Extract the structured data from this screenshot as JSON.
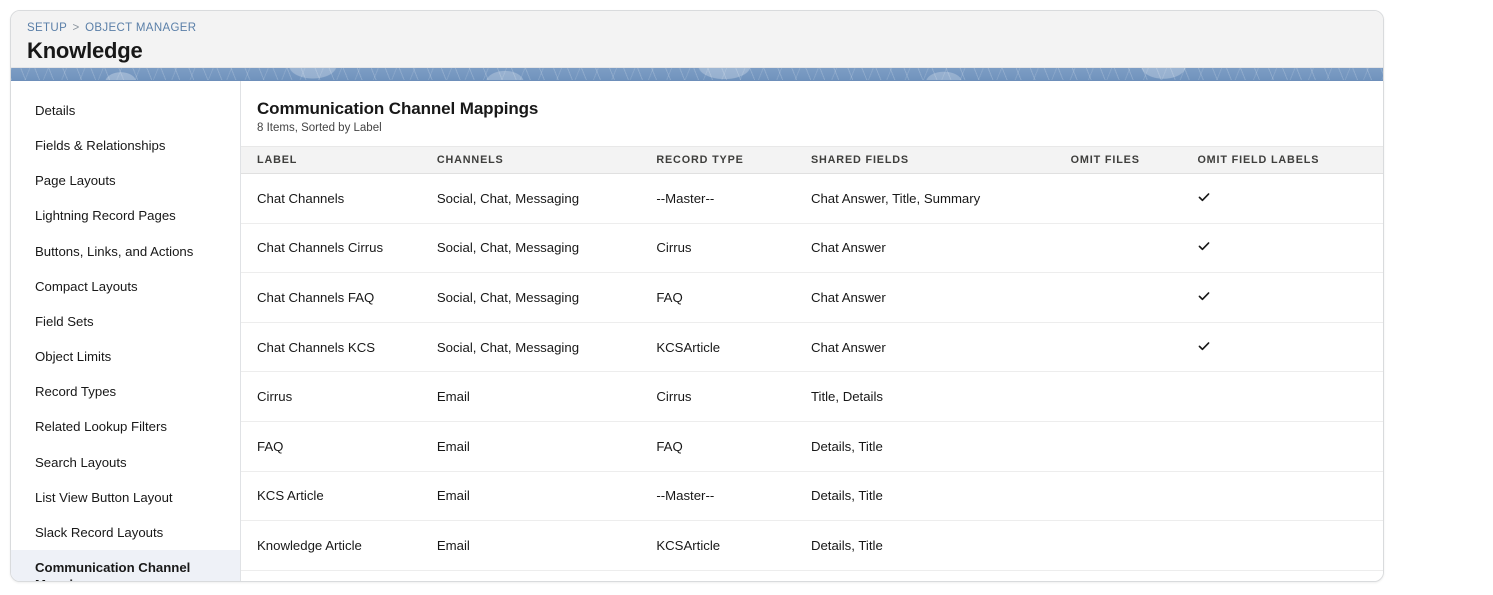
{
  "header": {
    "breadcrumb": {
      "setup": "SETUP",
      "separator": ">",
      "object_manager": "OBJECT MANAGER"
    },
    "page_title": "Knowledge"
  },
  "sidebar": {
    "items": [
      {
        "label": "Details",
        "selected": false
      },
      {
        "label": "Fields & Relationships",
        "selected": false
      },
      {
        "label": "Page Layouts",
        "selected": false
      },
      {
        "label": "Lightning Record Pages",
        "selected": false
      },
      {
        "label": "Buttons, Links, and Actions",
        "selected": false
      },
      {
        "label": "Compact Layouts",
        "selected": false
      },
      {
        "label": "Field Sets",
        "selected": false
      },
      {
        "label": "Object Limits",
        "selected": false
      },
      {
        "label": "Record Types",
        "selected": false
      },
      {
        "label": "Related Lookup Filters",
        "selected": false
      },
      {
        "label": "Search Layouts",
        "selected": false
      },
      {
        "label": "List View Button Layout",
        "selected": false
      },
      {
        "label": "Slack Record Layouts",
        "selected": false
      },
      {
        "label": "Communication Channel Mappings",
        "selected": true
      }
    ]
  },
  "main": {
    "list_title": "Communication Channel Mappings",
    "list_subtitle": "8 Items, Sorted by Label",
    "table": {
      "columns": [
        "LABEL",
        "CHANNELS",
        "RECORD TYPE",
        "SHARED FIELDS",
        "OMIT FILES",
        "OMIT FIELD LABELS"
      ],
      "rows": [
        {
          "label": "Chat Channels",
          "channels": "Social, Chat, Messaging",
          "record_type": "--Master--",
          "shared_fields": "Chat Answer, Title, Summary",
          "omit_files": false,
          "omit_field_labels": true
        },
        {
          "label": "Chat Channels Cirrus",
          "channels": "Social, Chat, Messaging",
          "record_type": "Cirrus",
          "shared_fields": "Chat Answer",
          "omit_files": false,
          "omit_field_labels": true
        },
        {
          "label": "Chat Channels FAQ",
          "channels": "Social, Chat, Messaging",
          "record_type": "FAQ",
          "shared_fields": "Chat Answer",
          "omit_files": false,
          "omit_field_labels": true
        },
        {
          "label": "Chat Channels KCS",
          "channels": "Social, Chat, Messaging",
          "record_type": "KCSArticle",
          "shared_fields": "Chat Answer",
          "omit_files": false,
          "omit_field_labels": true
        },
        {
          "label": "Cirrus",
          "channels": "Email",
          "record_type": "Cirrus",
          "shared_fields": "Title, Details",
          "omit_files": false,
          "omit_field_labels": false
        },
        {
          "label": "FAQ",
          "channels": "Email",
          "record_type": "FAQ",
          "shared_fields": "Details, Title",
          "omit_files": false,
          "omit_field_labels": false
        },
        {
          "label": "KCS Article",
          "channels": "Email",
          "record_type": "--Master--",
          "shared_fields": "Details, Title",
          "omit_files": false,
          "omit_field_labels": false
        },
        {
          "label": "Knowledge Article",
          "channels": "Email",
          "record_type": "KCSArticle",
          "shared_fields": "Details, Title",
          "omit_files": false,
          "omit_field_labels": false
        }
      ]
    }
  },
  "colors": {
    "banner_blue": "#7093bd",
    "header_gray": "#f3f3f3",
    "selected_nav": "#eef1f7",
    "breadcrumb_link": "#5a7fa8",
    "text_primary": "#181818"
  }
}
